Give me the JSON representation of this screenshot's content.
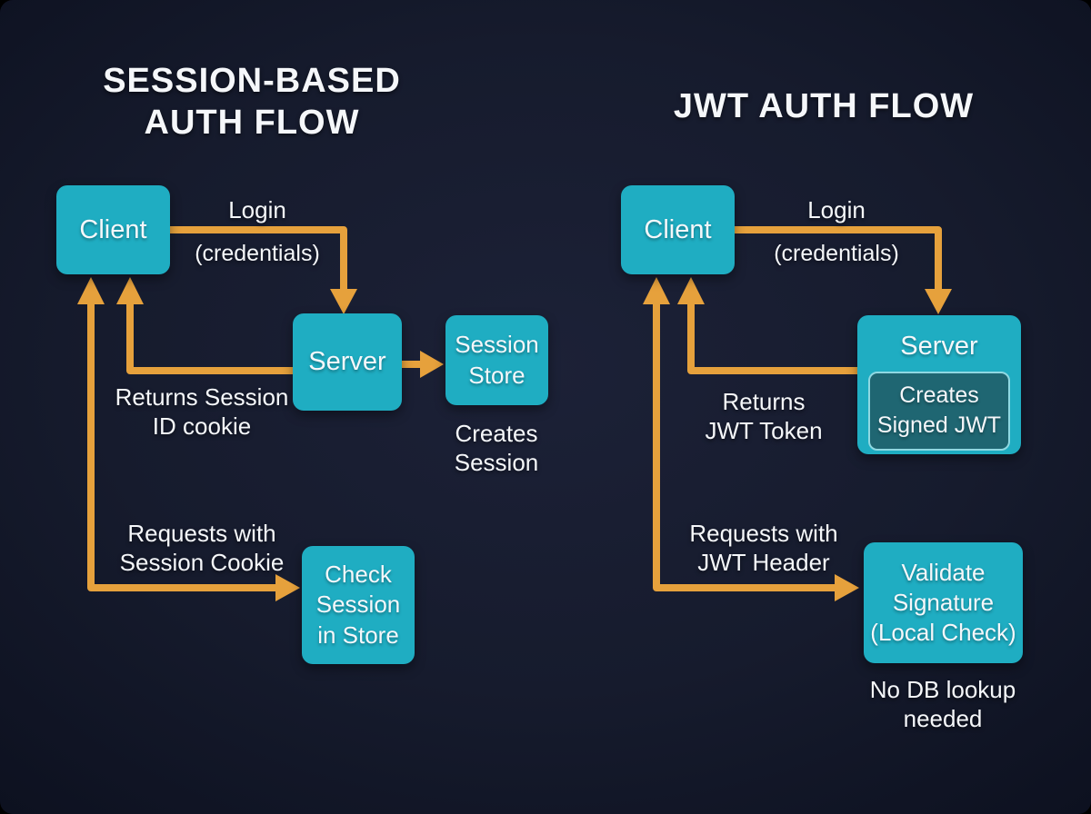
{
  "colors": {
    "bg": "#161b2d",
    "bg_center": "#1c2137",
    "bg_edge": "#0d1120",
    "node": "#1fadc2",
    "node_inner": "#1f6672",
    "node_inner_border": "#8fd8e2",
    "arrow": "#e6a13c",
    "text": "#f5f7fa"
  },
  "session_flow": {
    "title": "SESSION-BASED\nAUTH FLOW",
    "client": "Client",
    "login": "Login",
    "credentials": "(credentials)",
    "server": "Server",
    "session_store": "Session\nStore",
    "creates_session": "Creates\nSession",
    "returns": "Returns Session\nID cookie",
    "requests": "Requests with\nSession Cookie",
    "check_session": "Check\nSession\nin Store"
  },
  "jwt_flow": {
    "title": "JWT AUTH FLOW",
    "client": "Client",
    "login": "Login",
    "credentials": "(credentials)",
    "server": "Server",
    "creates_signed_jwt": "Creates\nSigned JWT",
    "returns": "Returns\nJWT Token",
    "requests": "Requests with\nJWT Header",
    "validate": "Validate\nSignature\n(Local Check)",
    "note": "No DB lookup\nneeded"
  }
}
